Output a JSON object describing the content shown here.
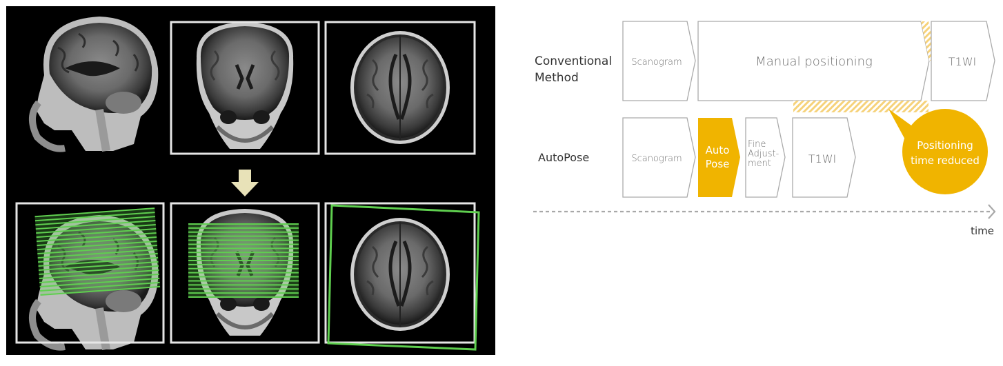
{
  "rows": {
    "conventional": {
      "label_line1": "Conventional",
      "label_line2": "Method",
      "steps": [
        "Scanogram",
        "Manual positioning",
        "T1WI"
      ]
    },
    "autopose": {
      "label": "AutoPose",
      "steps": [
        "Scanogram",
        "Auto",
        "Pose",
        "Fine",
        "Adjust-",
        "ment",
        "T1WI"
      ]
    }
  },
  "callout": {
    "line1": "Positioning",
    "line2": "time reduced"
  },
  "axis": {
    "label": "time"
  },
  "colors": {
    "accent": "#f0b400",
    "stroke": "#aaaaaa",
    "mri_background": "#000000",
    "frame": "#e6e6e6",
    "overlay_green": "#5fcf4f",
    "arrow": "#e8e2b8"
  },
  "icons": {
    "transition_arrow": "down-arrow-icon"
  }
}
